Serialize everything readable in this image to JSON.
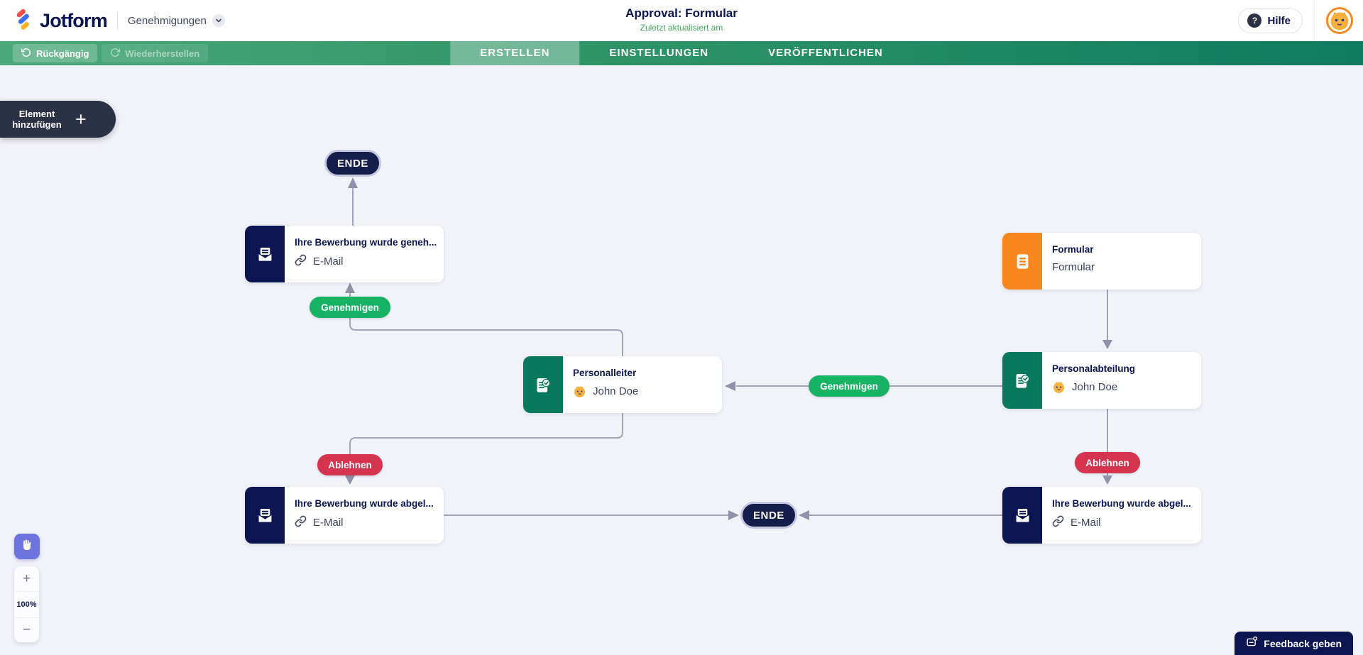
{
  "colors": {
    "navy": "#0a1551",
    "toolbar_green_left": "#4aa87a",
    "toolbar_green_right": "#0f7c5f",
    "approve_green": "#16b365",
    "reject_red": "#d5344e",
    "email_node_icon_bg": "#0a1551",
    "approval_node_icon_bg": "#06795c",
    "form_node_icon_bg": "#f6871f",
    "hand_tool_bg": "#6b74df",
    "canvas_bg": "#f2f2f9"
  },
  "header": {
    "logo": "Jotform",
    "workspace_label": "Genehmigungen",
    "title": "Approval: Formular",
    "subtitle": "Zuletzt aktualisiert am",
    "help_label": "Hilfe"
  },
  "toolbar": {
    "undo": "Rückgängig",
    "redo": "Wiederherstellen",
    "tabs": [
      {
        "label": "ERSTELLEN",
        "active": true
      },
      {
        "label": "EINSTELLUNGEN",
        "active": false
      },
      {
        "label": "VERÖFFENTLICHEN",
        "active": false
      }
    ]
  },
  "canvas": {
    "add_element_line1": "Element",
    "add_element_line2": "hinzufügen",
    "add_element_plus": "+"
  },
  "flow": {
    "end_top": "ENDE",
    "end_bottom": "ENDE",
    "approve_left": "Genehmigen",
    "approve_mid": "Genehmigen",
    "reject_left": "Ablehnen",
    "reject_right": "Ablehnen",
    "email_approved": {
      "title": "Ihre Bewerbung wurde geneh...",
      "type": "E-Mail"
    },
    "personalleiter": {
      "title": "Personalleiter",
      "assignee": "John Doe"
    },
    "formular": {
      "title": "Formular",
      "type": "Formular"
    },
    "personalabteilung": {
      "title": "Personalabteilung",
      "assignee": "John Doe"
    },
    "email_rejected_left": {
      "title": "Ihre Bewerbung wurde abgel...",
      "type": "E-Mail"
    },
    "email_rejected_right": {
      "title": "Ihre Bewerbung wurde abgel...",
      "type": "E-Mail"
    }
  },
  "zoom_controls": {
    "zoom_in": "+",
    "zoom_level": "100%",
    "zoom_out": "−"
  },
  "feedback_label": "Feedback geben"
}
